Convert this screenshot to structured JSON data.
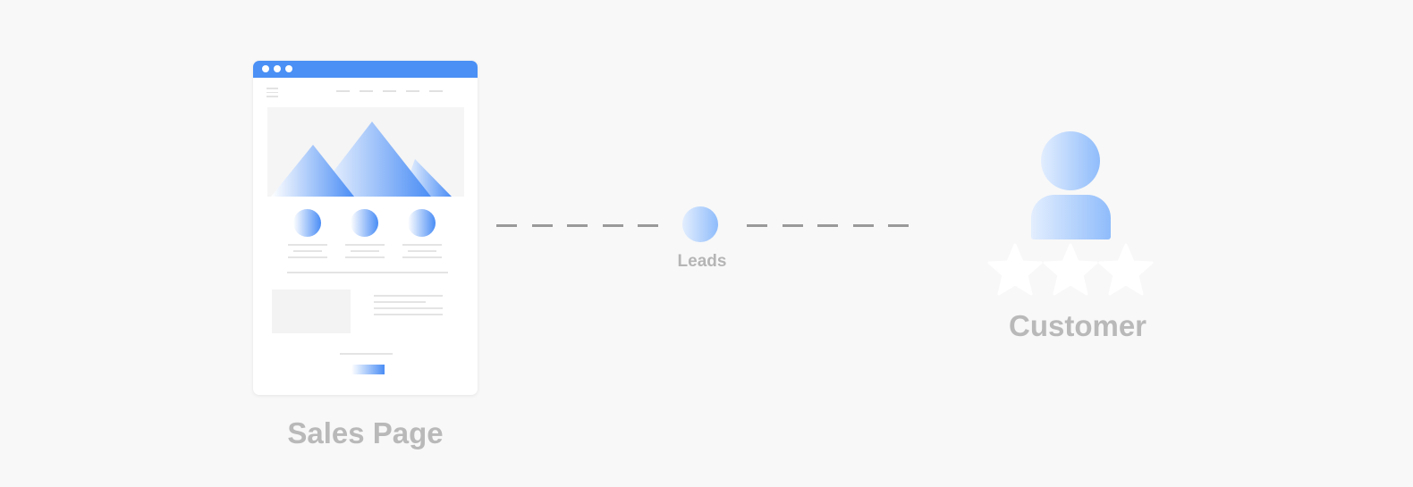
{
  "labels": {
    "sales_page": "Sales Page",
    "leads": "Leads",
    "customer": "Customer"
  },
  "icons": {
    "browser": "browser-window-icon",
    "mountains": "mountains-image-icon",
    "lead": "lead-dot-icon",
    "customer": "person-icon",
    "rating": "star-icon"
  },
  "colors": {
    "accent": "#4a90f5",
    "gradient_light": "#e3eefe",
    "gradient_mid": "#8fbcfb",
    "label_gray": "#b9b9b9",
    "dash_gray": "#9a9a9a",
    "background": "#f8f8f8"
  },
  "rating": {
    "stars": 3
  }
}
